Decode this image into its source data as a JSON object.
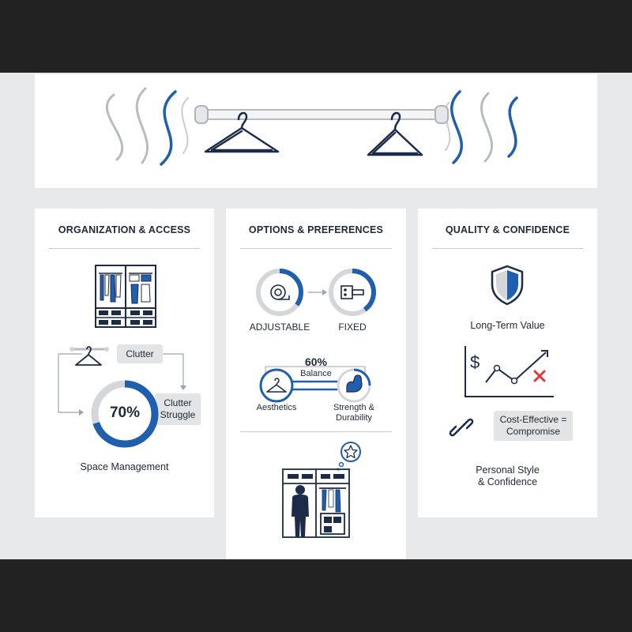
{
  "colors": {
    "accent_blue": "#1f5fae",
    "ring_gray": "#d4d6da",
    "line_navy": "#1c2b4a",
    "alert_red": "#e03a3a",
    "chip_bg": "#e3e4e6"
  },
  "organization": {
    "title": "ORGANIZATION & ACCESS",
    "clutter_label": "Clutter",
    "struggle_label": "Clutter\nStruggle",
    "donut": {
      "value_label": "70%",
      "percent": 70
    },
    "footer": "Space Management",
    "icons": [
      "wardrobe-icon",
      "hanger-icon"
    ]
  },
  "options": {
    "title": "OPTIONS & PREFERENCES",
    "adjustable": {
      "label": "ADJUSTABLE",
      "percent": 35
    },
    "fixed": {
      "label": "FIXED",
      "percent": 40
    },
    "balance": {
      "value_label": "60%",
      "caption": "Balance",
      "percent": 60
    },
    "aesthetics_label": "Aesthetics",
    "strength_label": "Strength &\nDurability",
    "icons": [
      "tape-measure-icon",
      "fixed-bracket-icon",
      "hanger-icon",
      "flexed-arm-icon",
      "person-at-closet-icon",
      "star-thought-icon"
    ]
  },
  "quality": {
    "title": "QUALITY & CONFIDENCE",
    "value_label": "Long-Term Value",
    "cost_label": "Cost-Effective =\nCompromise",
    "footer": "Personal Style\n& Confidence",
    "icons": [
      "shield-icon",
      "dollar-trend-chart-icon",
      "red-x-icon",
      "chain-link-icon"
    ]
  },
  "banner": {
    "icons": [
      "closet-rod-icon",
      "hanger-icon",
      "motion-swoosh-icon"
    ]
  }
}
